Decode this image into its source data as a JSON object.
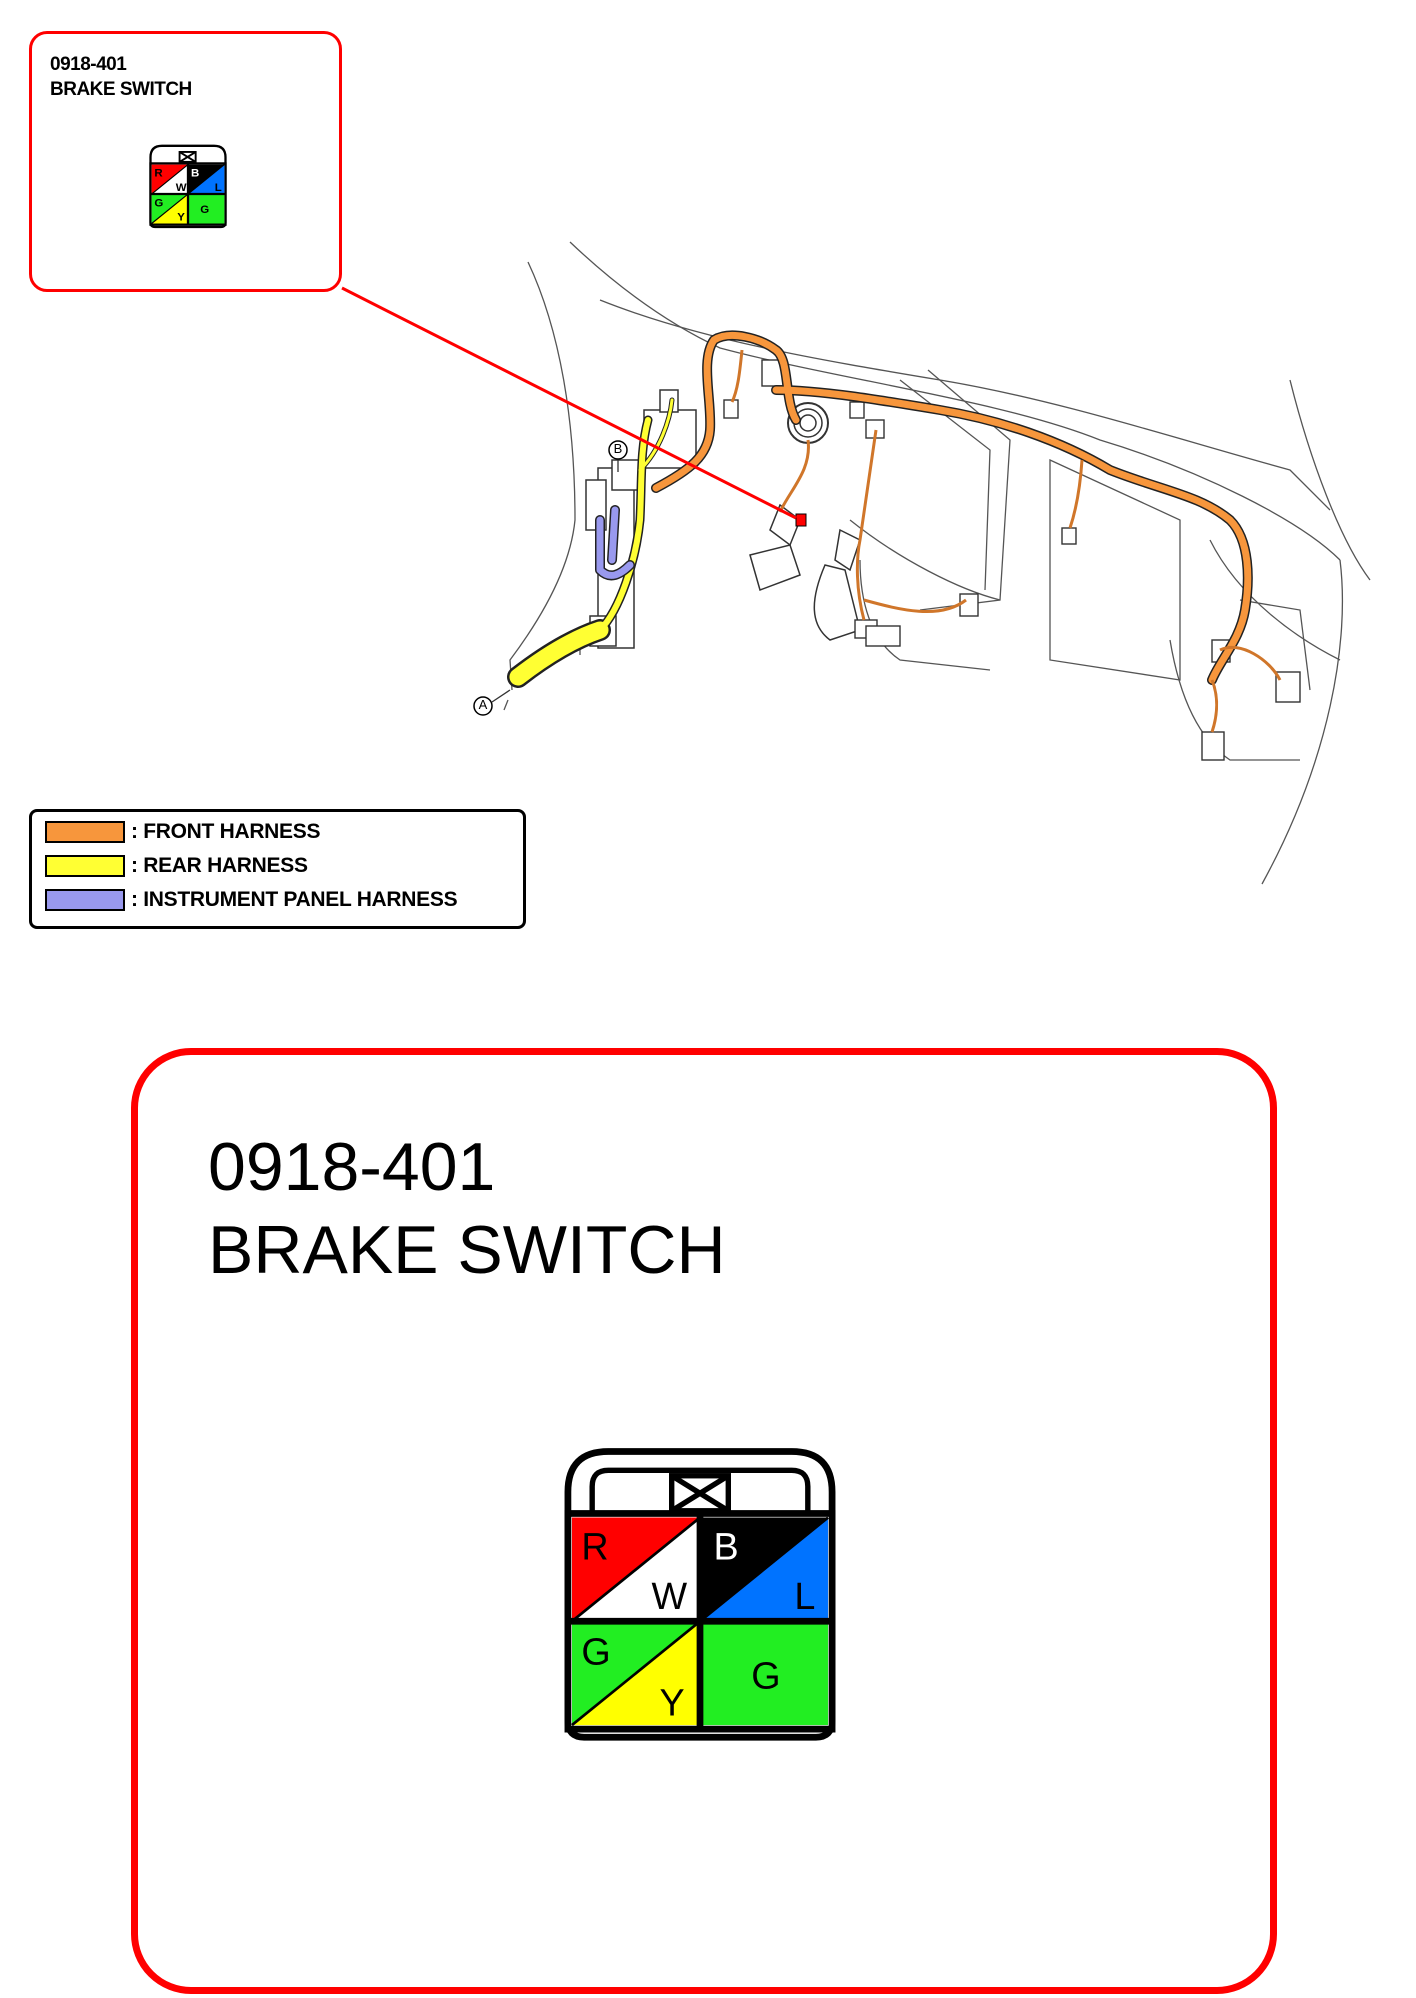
{
  "connector": {
    "code": "0918-401",
    "name": "BRAKE SWITCH",
    "pins": [
      {
        "position": "top-left",
        "upper_color_code": "R",
        "lower_color_code": "W",
        "upper_color": "#ff0000",
        "lower_color": "#ffffff"
      },
      {
        "position": "top-right",
        "upper_color_code": "B",
        "lower_color_code": "L",
        "upper_color": "#000000",
        "lower_color": "#0073ff"
      },
      {
        "position": "bottom-left",
        "upper_color_code": "G",
        "lower_color_code": "Y",
        "upper_color": "#22ee22",
        "lower_color": "#ffff00"
      },
      {
        "position": "bottom-right",
        "color_code": "G",
        "color": "#22ee22"
      }
    ]
  },
  "markers": {
    "a": "A",
    "b": "B"
  },
  "legend": [
    {
      "label": ": FRONT HARNESS",
      "color": "#f7963c"
    },
    {
      "label": ": REAR HARNESS",
      "color": "#ffff33"
    },
    {
      "label": ": INSTRUMENT PANEL HARNESS",
      "color": "#9999ee"
    }
  ],
  "colors": {
    "callout_border": "#ff0000",
    "front_harness": "#f7963c",
    "rear_harness": "#ffff33",
    "instrument_panel_harness": "#9999ee"
  }
}
